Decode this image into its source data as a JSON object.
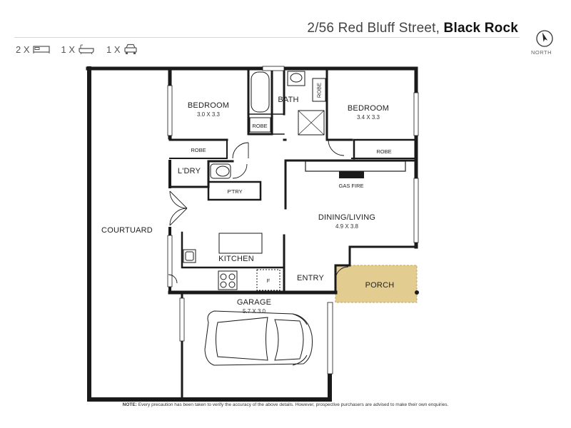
{
  "header": {
    "address_street": "2/56 Red Bluff Street,",
    "address_suburb": "Black Rock",
    "north_label": "NORTH"
  },
  "features": [
    {
      "count": "2 X",
      "icon": "bed-icon"
    },
    {
      "count": "1 X",
      "icon": "bath-icon"
    },
    {
      "count": "1 X",
      "icon": "car-icon"
    }
  ],
  "rooms": {
    "bedroom1": {
      "name": "BEDROOM",
      "dims": "3.0 X 3.3"
    },
    "bedroom2": {
      "name": "BEDROOM",
      "dims": "3.4 X 3.3"
    },
    "bath": "BATH",
    "robe_bath_side": "ROBE",
    "robe_bath_small": "ROBE",
    "robe_bed1": "ROBE",
    "robe_bed2": "ROBE",
    "laundry": "L'DRY",
    "pantry": "P'TRY",
    "courtyard": "COURTUARD",
    "dining_living": {
      "name": "DINING/LIVING",
      "dims": "4.9 X 3.8"
    },
    "gas_fire": "GAS FIRE",
    "kitchen": "KITCHEN",
    "fridge": "F",
    "entry": "ENTRY",
    "porch": "PORCH",
    "garage": {
      "name": "GARAGE",
      "dims": "5.7 X 3.0"
    }
  },
  "note": {
    "label": "NOTE:",
    "text": "Every precaution has been taken to verify the accuracy of the above details. However, prospective purchasers are advised to make their own enquiries."
  },
  "colors": {
    "wall": "#1a1a1a",
    "porch_fill": "#e2cc8f",
    "porch_border": "#c8a95a"
  }
}
